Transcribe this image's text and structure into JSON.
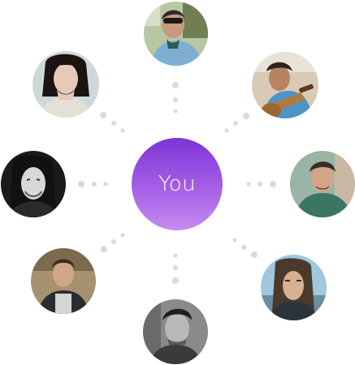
{
  "center": {
    "label": "You",
    "gradient_top": "#7c35d8",
    "gradient_bottom": "#c58cf0"
  },
  "connector_color": "#dadada",
  "contacts": [
    {
      "name": "contact-top",
      "bg": "#b9c6a4",
      "shirt": "#7faed3",
      "skin": "#c79a7b",
      "hair": "#2f2a26"
    },
    {
      "name": "contact-top-right",
      "bg": "#d7cbb6",
      "shirt": "#4f93c6",
      "skin": "#b9835f",
      "hair": "#2b241f"
    },
    {
      "name": "contact-right",
      "bg": "#9ab4a6",
      "shirt": "#3a7566",
      "skin": "#d3a486",
      "hair": "#3a2c23"
    },
    {
      "name": "contact-bottom-right",
      "bg": "#9fc7de",
      "shirt": "#2d3439",
      "skin": "#d8b092",
      "hair": "#4a3a2c"
    },
    {
      "name": "contact-bottom",
      "bg": "#8a8a8a",
      "shirt": "#3a3a3a",
      "skin": "#b8b8b8",
      "hair": "#1e1e1e"
    },
    {
      "name": "contact-bottom-left",
      "bg": "#a7926f",
      "shirt": "#2a2c33",
      "skin": "#d1a587",
      "hair": "#3b2a1f"
    },
    {
      "name": "contact-left",
      "bg": "#1a1a1a",
      "shirt": "#2a2a2a",
      "skin": "#d8d8d8",
      "hair": "#111111"
    },
    {
      "name": "contact-top-left",
      "bg": "#cfd8d8",
      "shirt": "#e3e0d8",
      "skin": "#e7c9b8",
      "hair": "#1c1410"
    }
  ]
}
